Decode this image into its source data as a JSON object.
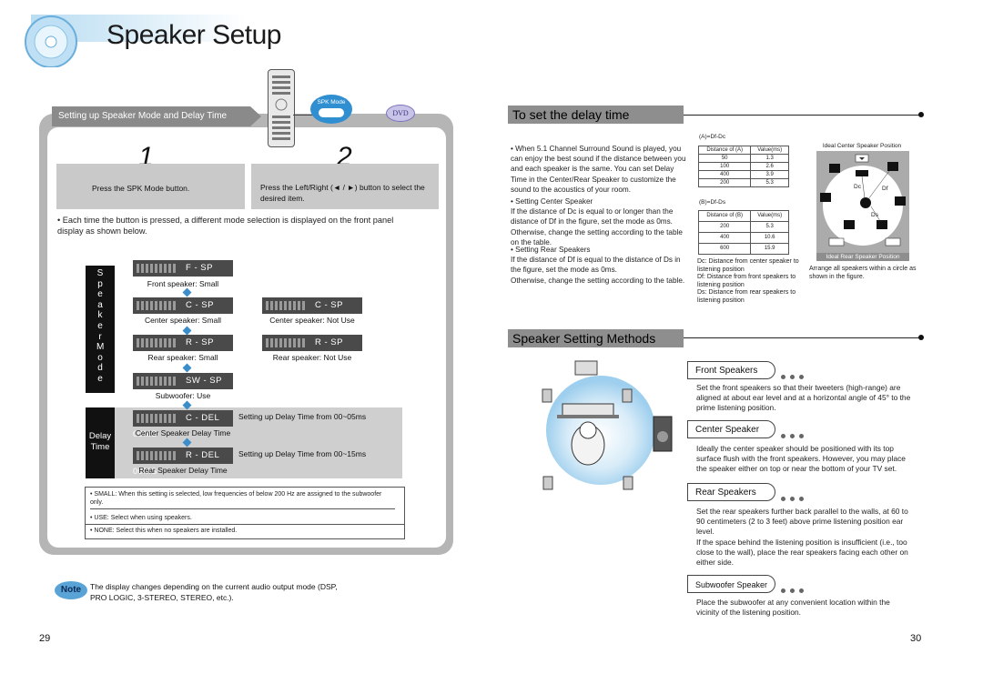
{
  "left_page": {
    "title": "Speaker Setup",
    "section_tab": "Setting up Speaker Mode and Delay Time",
    "spk_button_label": "SPK Mode",
    "dvd_badge": "DVD",
    "steps": [
      {
        "number": "1",
        "text": "Press the SPK Mode button."
      },
      {
        "number": "2",
        "text": "Press the Left/Right  (◄ / ►) button to select the desired item."
      }
    ],
    "intro_bullet": "Each time the button is pressed, a different mode selection is displayed on the front panel display as shown below.",
    "speaker_mode_label": "S p e a k e r M o d e",
    "delay_time_label": "Delay Time",
    "modes": [
      {
        "lcd": "F - SP  SMALL",
        "caption": "Front speaker: Small"
      },
      {
        "lcd": "C - SP  SMALL",
        "caption": "Center speaker: Small",
        "alt_lcd": "C - SP  NONE",
        "alt_caption": "Center speaker: Not Use"
      },
      {
        "lcd": "R - SP  SMALL",
        "caption": "Rear speaker: Small",
        "alt_lcd": "R - SP  NONE",
        "alt_caption": "Rear speaker: Not Use"
      },
      {
        "lcd": "SW - SP  USE",
        "caption": "Subwoofer: Use"
      }
    ],
    "delays": [
      {
        "lcd": "C - DEL  00MS",
        "caption": "Center Speaker Delay Time",
        "note": "Setting up Delay Time from 00~05ms"
      },
      {
        "lcd": "R - DEL  00MS",
        "caption": "Rear Speaker Delay Time",
        "note": "Setting up Delay Time from 00~15ms"
      }
    ],
    "notes": [
      "SMALL: When this setting is selected, low frequencies of below 200 Hz are assigned to the subwoofer only.",
      "USE: Select when using speakers.",
      "NONE: Select this when no speakers are installed."
    ],
    "note_badge": "Note",
    "note_text": "The display changes depending on the current audio output mode (DSP, PRO LOGIC, 3-STEREO, STEREO, etc.).",
    "page_number": "29"
  },
  "right_page": {
    "delay_header": "To set the delay time",
    "delay_bullets": [
      "When 5.1 Channel Surround Sound is played, you can enjoy the best sound if the distance between you and each speaker is the same. You can set Delay Time in the Center/Rear Speaker to customize the sound to the acoustics of your room.",
      "Setting Center Speaker\nIf the distance of Dc is equal to or longer than the distance of Df in the figure, set the mode as 0ms. Otherwise, change the setting according to the table on the table.",
      "Setting Rear Speakers\nIf the distance of Df is equal to the distance of Ds in the figure, set the mode as 0ms.\nOtherwise, change the setting according to the table."
    ],
    "table_a": {
      "label": "(A)=Df-Dc",
      "headers": [
        "Distance of (A)",
        "Value(ms)"
      ],
      "rows": [
        [
          "50",
          "1.3"
        ],
        [
          "100",
          "2.6"
        ],
        [
          "400",
          "3.9"
        ],
        [
          "200",
          "5.3"
        ]
      ]
    },
    "table_b": {
      "label": "(B)=Df-Ds",
      "headers": [
        "Distance of (B)",
        "Value(ms)"
      ],
      "rows": [
        [
          "200",
          "5.3"
        ],
        [
          "400",
          "10.6"
        ],
        [
          "600",
          "15.9"
        ]
      ]
    },
    "legend": [
      "Dc: Distance from center speaker to listening position",
      "Df: Distance from front speakers to listening position",
      "Ds: Distance from rear speakers to listening position"
    ],
    "diagram": {
      "title_top": "Ideal Center Speaker Position",
      "title_bottom": "Ideal Rear Speaker Position",
      "labels": [
        "Dc",
        "Df",
        "Ds"
      ],
      "caption": "Arrange all speakers within a circle as shown in the figure."
    },
    "methods_header": "Speaker Setting Methods",
    "methods": [
      {
        "title": "Front Speakers",
        "text": "Set the front speakers so that their tweeters (high-range) are aligned at about ear level and at a horizontal angle of 45° to the prime listening position."
      },
      {
        "title": "Center Speaker",
        "text": "Ideally the center speaker should be positioned with its top surface flush with the front speakers. However, you may place the speaker either on top or near the bottom of your TV set."
      },
      {
        "title": "Rear Speakers",
        "text": "Set the rear speakers further back parallel to the walls, at 60 to 90 centimeters (2 to 3 feet) above prime listening position ear level.\nIf the space behind the listening position is insufficient (i.e., too close to the wall), place the rear speakers facing each other on either side."
      },
      {
        "title": "Subwoofer Speaker",
        "text": "Place the subwoofer at any convenient location within the vicinity of the listening position."
      }
    ],
    "page_number": "30"
  }
}
